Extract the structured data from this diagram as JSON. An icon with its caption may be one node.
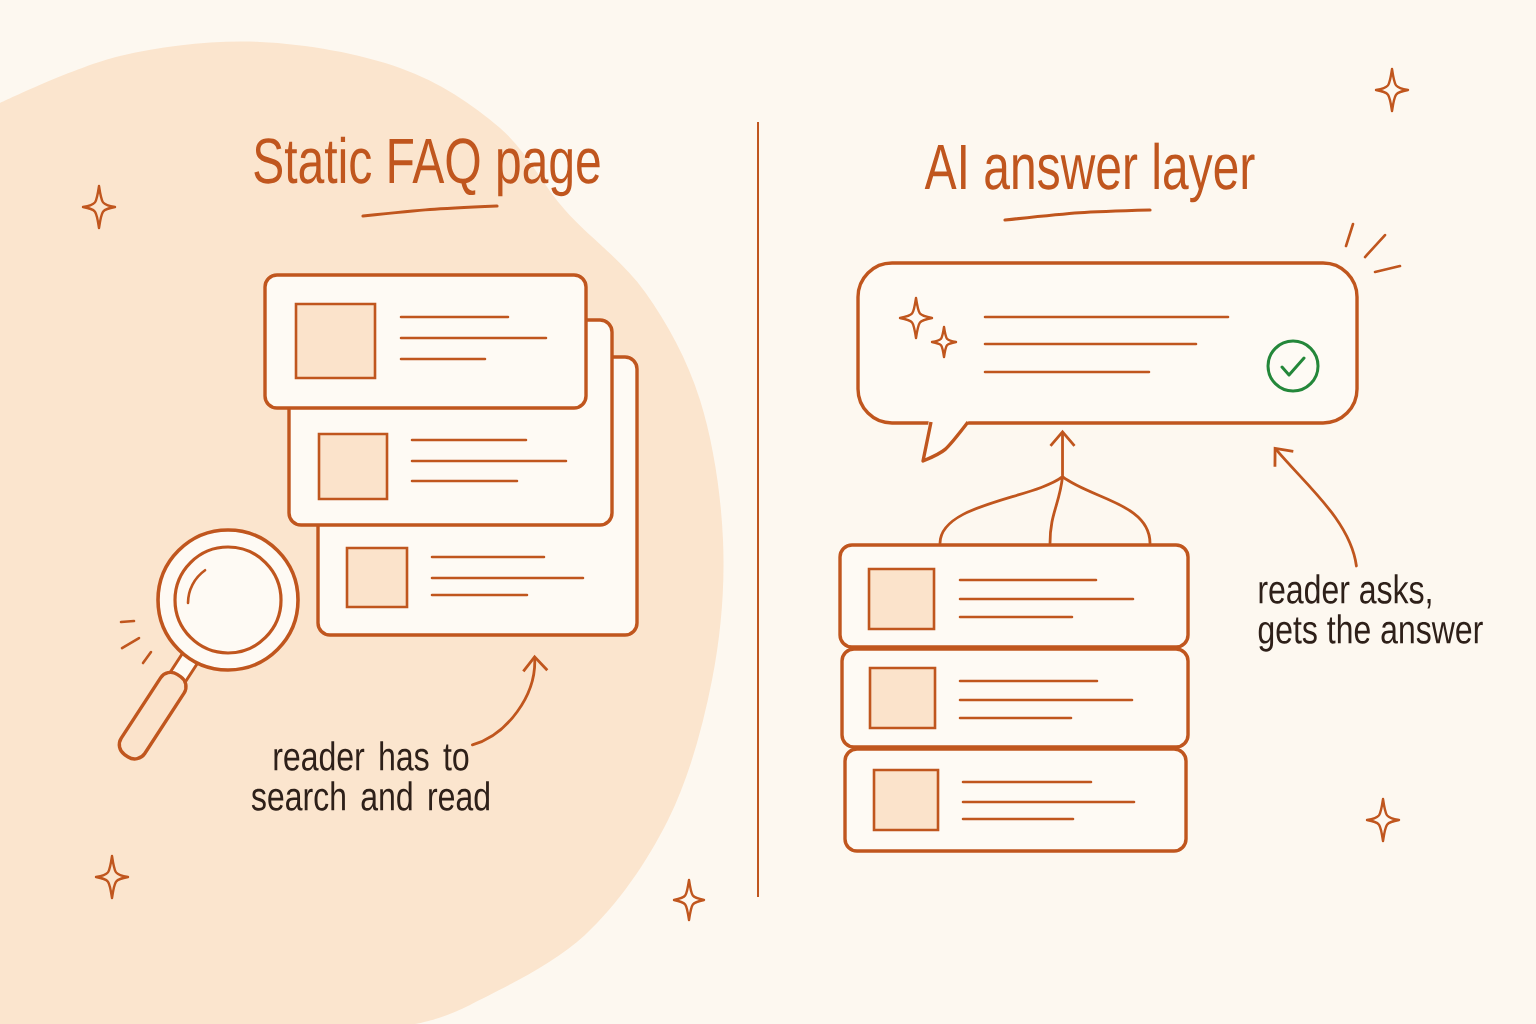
{
  "diagram": {
    "nodes": [
      {
        "text": [],
        "shape": "box"
      },
      {
        "text": [],
        "shape": "box"
      },
      {
        "text": [],
        "shape": "box"
      },
      {
        "text": [
          "reader has to search and read"
        ]
      },
      {
        "text": [],
        "shape": "bubble"
      },
      {
        "text": [],
        "shape": "box"
      },
      {
        "text": [],
        "shape": "box"
      },
      {
        "text": [],
        "shape": "box"
      },
      {
        "text": [
          "reader asks, gets the answer"
        ]
      }
    ],
    "edges": [
      {
        "from": 3,
        "to": 2,
        "arrow": "to"
      },
      {
        "from": 5,
        "to": 4,
        "arrow": "to"
      },
      {
        "from": 8,
        "to": 4,
        "arrow": "to"
      }
    ],
    "labels": [
      "Static FAQ page",
      "AI answer layer"
    ]
  }
}
